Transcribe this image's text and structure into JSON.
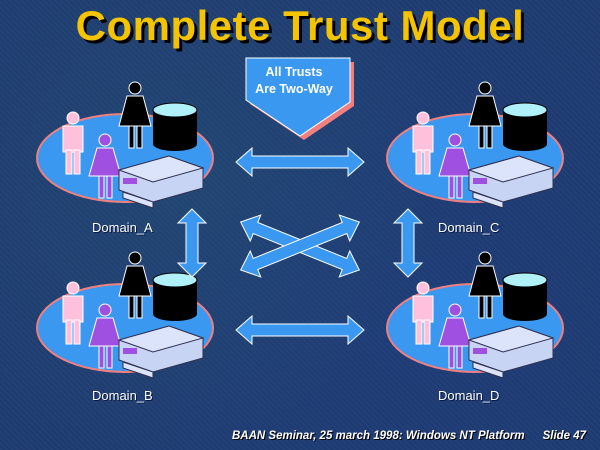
{
  "slide": {
    "title": "Complete Trust Model",
    "callout": {
      "line1": "All Trusts",
      "line2": "Are Two-Way"
    },
    "domains": [
      {
        "name": "Domain_A",
        "position": "top-left"
      },
      {
        "name": "Domain_C",
        "position": "top-right"
      },
      {
        "name": "Domain_B",
        "position": "bottom-left"
      },
      {
        "name": "Domain_D",
        "position": "bottom-right"
      }
    ],
    "trusts": [
      {
        "from": "Domain_A",
        "to": "Domain_C",
        "type": "two-way"
      },
      {
        "from": "Domain_B",
        "to": "Domain_D",
        "type": "two-way"
      },
      {
        "from": "Domain_A",
        "to": "Domain_B",
        "type": "two-way"
      },
      {
        "from": "Domain_C",
        "to": "Domain_D",
        "type": "two-way"
      },
      {
        "from": "Domain_A",
        "to": "Domain_D",
        "type": "two-way"
      },
      {
        "from": "Domain_C",
        "to": "Domain_B",
        "type": "two-way"
      }
    ],
    "footer": {
      "text": "BAAN Seminar, 25 march 1998: Windows NT Platform",
      "slide_number": "Slide 47"
    },
    "colors": {
      "title": "#f5c400",
      "arrow": "#3a98f0",
      "platter": "#3a98f0",
      "platter_rim": "#f08080",
      "background": "#1f3c72"
    }
  }
}
